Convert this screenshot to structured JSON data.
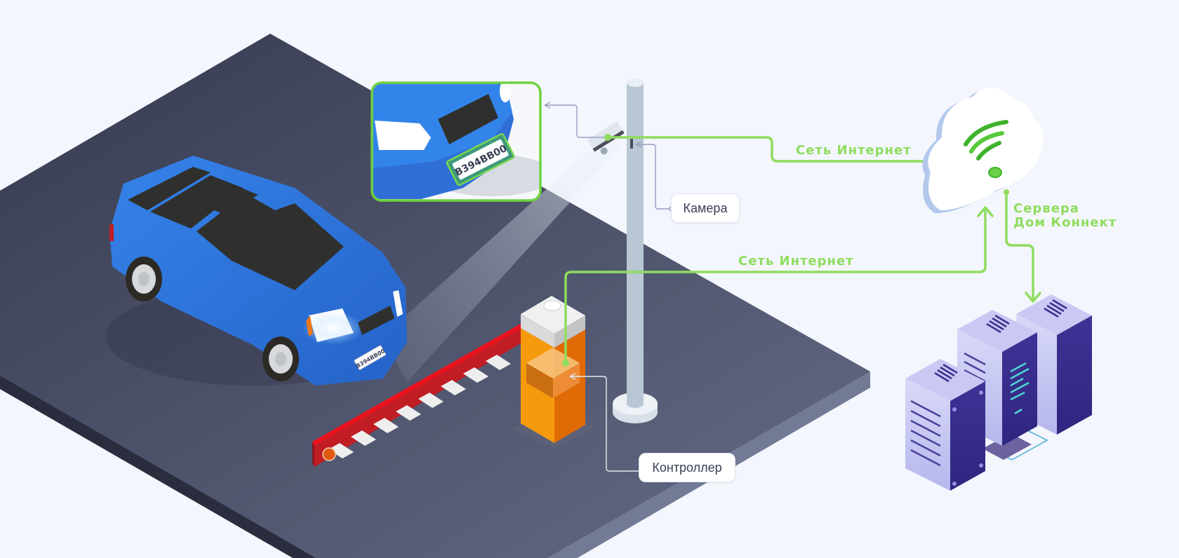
{
  "diagram": {
    "title": "Распознавание номеров на парковке",
    "labels": {
      "camera": "Камера",
      "controller": "Контроллер",
      "internet_top": "Сеть Интернет",
      "internet_middle": "Сеть Интернет",
      "servers_line1": "Сервера",
      "servers_line2": "Дом Коннект"
    },
    "license_plate": "B394BB00",
    "zoom_plate": "B394BB00",
    "colors": {
      "background": "#f3f6fd",
      "ground": "#464b63",
      "connection_line": "#8fdc5e",
      "car": "#2f7ae5",
      "barrier_red": "#e0141e",
      "barrier_post": "#f39c0f",
      "server": "#3b2f8e",
      "cloud": "#ffffff",
      "cloud_side": "#b3c8ec",
      "zoom_frame": "#6fd23f"
    },
    "nodes": [
      {
        "id": "car",
        "type": "vehicle"
      },
      {
        "id": "camera",
        "type": "camera"
      },
      {
        "id": "barrier",
        "type": "barrier"
      },
      {
        "id": "controller",
        "type": "controller"
      },
      {
        "id": "cloud",
        "type": "cloud",
        "icon": "wifi-icon"
      },
      {
        "id": "servers",
        "type": "server-rack",
        "count": 3
      }
    ],
    "edges": [
      {
        "from": "camera",
        "to": "cloud",
        "label": "Сеть Интернет"
      },
      {
        "from": "controller",
        "to": "cloud",
        "label": "Сеть Интернет"
      },
      {
        "from": "cloud",
        "to": "servers",
        "label": "Сервера Дом Коннект"
      }
    ]
  }
}
